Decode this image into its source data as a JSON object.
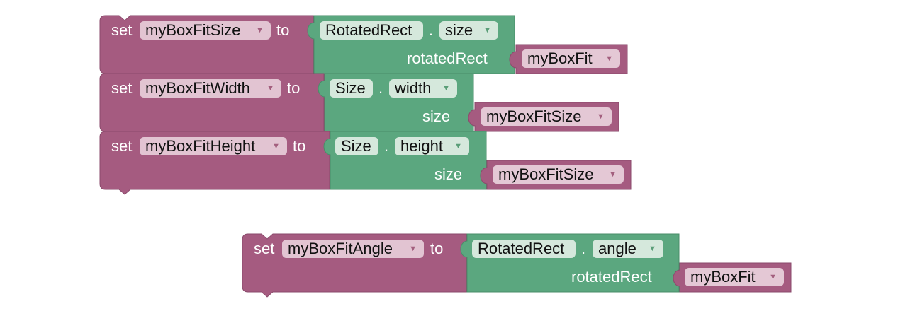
{
  "workspace": {
    "colors": {
      "variable_block": "#a55b80",
      "variable_block_border": "#8a4a6b",
      "component_block": "#5ba77f",
      "component_block_border": "#4a8c69",
      "variable_field": "#e2c4d2",
      "component_field": "#d5e8dc"
    },
    "dropdown_icon": "dropdown-triangle-icon",
    "blocks": [
      {
        "set_label": "set",
        "variable": "myBoxFitSize",
        "to_label": "to",
        "value_class": "RotatedRect",
        "dot": ".",
        "property": "size",
        "param_label": "rotatedRect",
        "param_variable": "myBoxFit"
      },
      {
        "set_label": "set",
        "variable": "myBoxFitWidth",
        "to_label": "to",
        "value_class": "Size",
        "dot": ".",
        "property": "width",
        "param_label": "size",
        "param_variable": "myBoxFitSize"
      },
      {
        "set_label": "set",
        "variable": "myBoxFitHeight",
        "to_label": "to",
        "value_class": "Size",
        "dot": ".",
        "property": "height",
        "param_label": "size",
        "param_variable": "myBoxFitSize"
      },
      {
        "set_label": "set",
        "variable": "myBoxFitAngle",
        "to_label": "to",
        "value_class": "RotatedRect",
        "dot": ".",
        "property": "angle",
        "param_label": "rotatedRect",
        "param_variable": "myBoxFit"
      }
    ]
  }
}
